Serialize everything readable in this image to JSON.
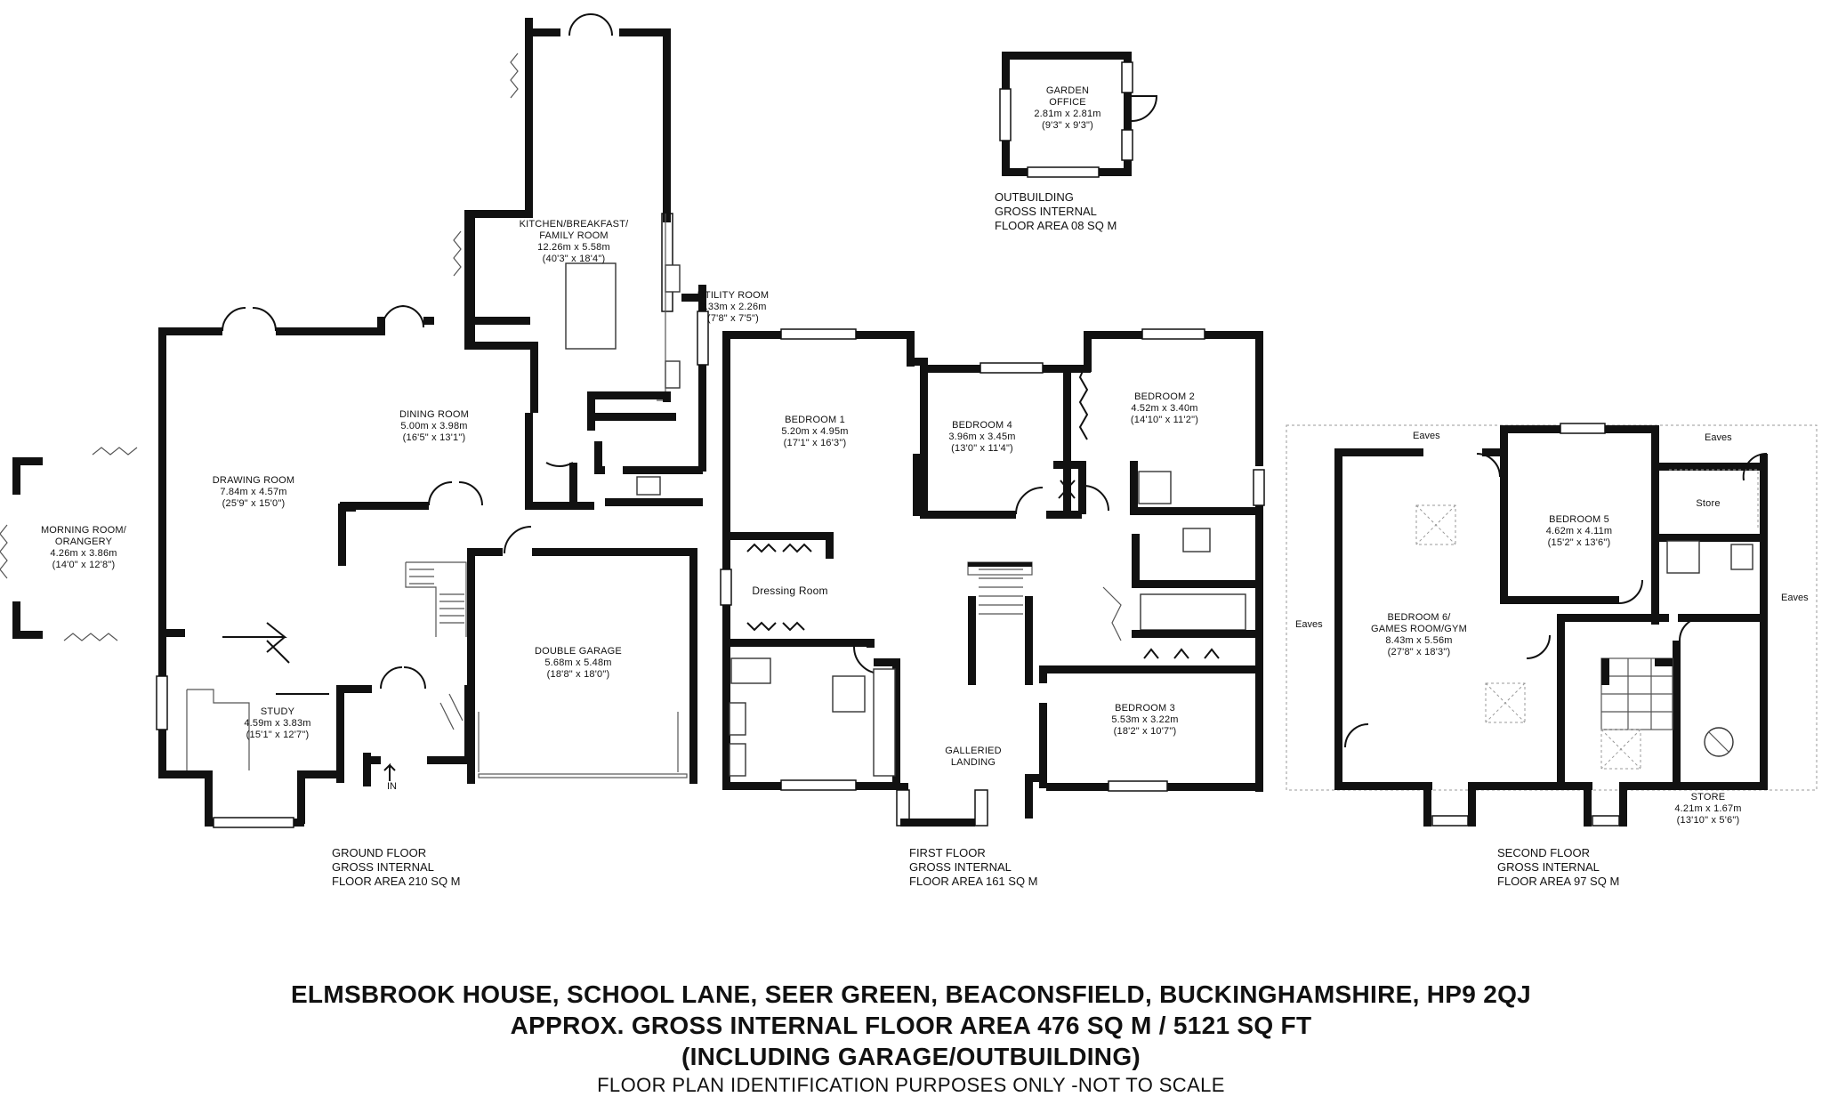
{
  "rooms": {
    "morning_room": {
      "name1": "MORNING ROOM/",
      "name2": "ORANGERY",
      "metric": "4.26m x 3.86m",
      "imperial": "(14'0\" x 12'8\")"
    },
    "drawing_room": {
      "name": "DRAWING ROOM",
      "metric": "7.84m x 4.57m",
      "imperial": "(25'9\" x 15'0\")"
    },
    "dining_room": {
      "name": "DINING ROOM",
      "metric": "5.00m x 3.98m",
      "imperial": "(16'5\" x 13'1\")"
    },
    "kitchen": {
      "name1": "KITCHEN/BREAKFAST/",
      "name2": "FAMILY ROOM",
      "metric": "12.26m x 5.58m",
      "imperial": "(40'3\" x 18'4\")"
    },
    "utility_room": {
      "name": "UTILITY ROOM",
      "metric": "2.33m x 2.26m",
      "imperial": "(7'8\" x 7'5\")"
    },
    "study": {
      "name": "STUDY",
      "metric": "4.59m x 3.83m",
      "imperial": "(15'1\" x 12'7\")"
    },
    "double_garage": {
      "name": "DOUBLE GARAGE",
      "metric": "5.68m x 5.48m",
      "imperial": "(18'8\" x 18'0\")"
    },
    "garden_office": {
      "name1": "GARDEN",
      "name2": "OFFICE",
      "metric": "2.81m x 2.81m",
      "imperial": "(9'3\" x 9'3\")"
    },
    "bedroom1": {
      "name": "BEDROOM 1",
      "metric": "5.20m x 4.95m",
      "imperial": "(17'1\" x 16'3\")"
    },
    "bedroom4": {
      "name": "BEDROOM 4",
      "metric": "3.96m x 3.45m",
      "imperial": "(13'0\" x 11'4\")"
    },
    "bedroom2": {
      "name": "BEDROOM 2",
      "metric": "4.52m x 3.40m",
      "imperial": "(14'10\" x 11'2\")"
    },
    "dressing_room": {
      "name": "Dressing Room"
    },
    "galleried_landing": {
      "name1": "GALLERIED",
      "name2": "LANDING"
    },
    "bedroom3": {
      "name": "BEDROOM 3",
      "metric": "5.53m x 3.22m",
      "imperial": "(18'2\" x 10'7\")"
    },
    "bedroom6": {
      "name1": "BEDROOM 6/",
      "name2": "GAMES ROOM/GYM",
      "metric": "8.43m x 5.56m",
      "imperial": "(27'8\" x 18'3\")"
    },
    "bedroom5": {
      "name": "BEDROOM 5",
      "metric": "4.62m x 4.11m",
      "imperial": "(15'2\" x 13'6\")"
    },
    "store_small": {
      "name": "Store"
    },
    "store": {
      "name": "STORE",
      "metric": "4.21m x 1.67m",
      "imperial": "(13'10\" x 5'6\")"
    }
  },
  "labels": {
    "entry": "IN",
    "eaves": "Eaves"
  },
  "floors": {
    "ground": {
      "line1": "GROUND FLOOR",
      "line2": "GROSS INTERNAL",
      "line3": "FLOOR AREA 210 SQ M"
    },
    "first": {
      "line1": "FIRST FLOOR",
      "line2": "GROSS INTERNAL",
      "line3": "FLOOR AREA 161 SQ M"
    },
    "second": {
      "line1": "SECOND FLOOR",
      "line2": "GROSS INTERNAL",
      "line3": "FLOOR AREA 97 SQ M"
    },
    "outbuilding": {
      "line1": "OUTBUILDING",
      "line2": "GROSS INTERNAL",
      "line3": "FLOOR AREA 08 SQ M"
    }
  },
  "footer": {
    "title1": "ELMSBROOK HOUSE, SCHOOL LANE, SEER GREEN, BEACONSFIELD, BUCKINGHAMSHIRE, HP9 2QJ",
    "title2": "APPROX. GROSS INTERNAL FLOOR AREA 476 SQ M / 5121 SQ FT",
    "title3": "(INCLUDING GARAGE/OUTBUILDING)",
    "disclaimer": "FLOOR PLAN IDENTIFICATION PURPOSES ONLY -NOT TO SCALE"
  }
}
